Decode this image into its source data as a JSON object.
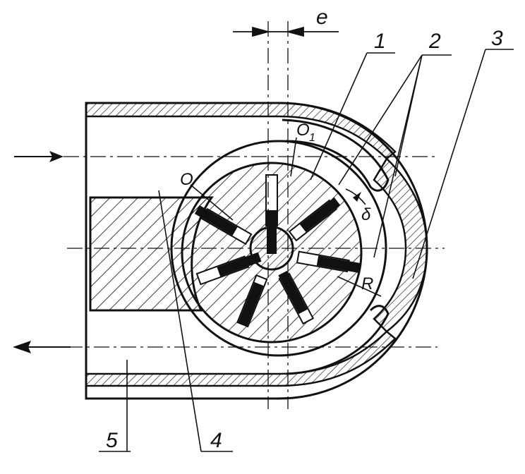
{
  "labels": {
    "callout_1": "1",
    "callout_2": "2",
    "callout_3": "3",
    "callout_4": "4",
    "callout_5": "5",
    "eccentricity": "e",
    "rotor_center": "O",
    "stator_center": "O",
    "stator_center_subscript": "1",
    "rotation_mark": "δ",
    "radius": "R"
  },
  "colors": {
    "ink": "#111111",
    "background": "#ffffff"
  },
  "vanes": {
    "count": 7
  }
}
